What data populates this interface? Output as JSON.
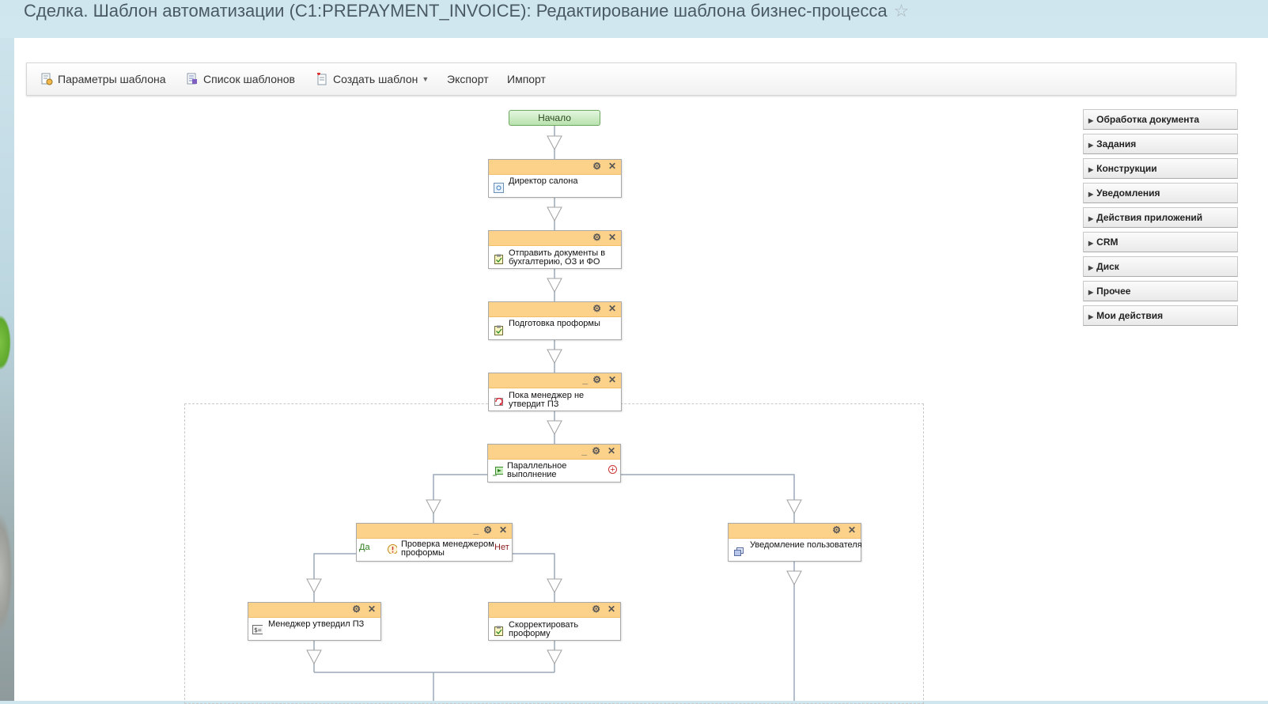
{
  "page": {
    "title": "Сделка. Шаблон автоматизации (C1:PREPAYMENT_INVOICE): Редактирование шаблона бизнес-процесса",
    "favorite_icon": "star-icon"
  },
  "toolbar": {
    "params_label": "Параметры шаблона",
    "list_label": "Список шаблонов",
    "create_label": "Создать шаблон",
    "export_label": "Экспорт",
    "import_label": "Импорт"
  },
  "palette": {
    "items": [
      "Обработка документа",
      "Задания",
      "Конструкции",
      "Уведомления",
      "Действия приложений",
      "CRM",
      "Диск",
      "Прочее",
      "Мои действия"
    ]
  },
  "diagram": {
    "start_label": "Начало",
    "activities": [
      {
        "line1": "Директор салона",
        "line2": ""
      },
      {
        "line1": "Отправить документы в",
        "line2": "бухгалтерию, ОЗ и ФО"
      },
      {
        "line1": "Подготовка проформы",
        "line2": ""
      },
      {
        "line1": "Пока менеджер не",
        "line2": "утвердит ПЗ"
      },
      {
        "line1": "Параллельное",
        "line2": "выполнение"
      },
      {
        "line1": "Проверка менеджером",
        "line2": "проформы"
      },
      {
        "line1": "Уведомление пользователя",
        "line2": ""
      },
      {
        "line1": "Менеджер утвердил ПЗ",
        "line2": ""
      },
      {
        "line1": "Скорректировать",
        "line2": "проформу"
      }
    ],
    "yes_label": "Да",
    "no_label": "Нет"
  },
  "colors": {
    "activity_header": "#fcd18a",
    "start_node": "#b9e2ae",
    "connector": "#9aa9b8"
  }
}
